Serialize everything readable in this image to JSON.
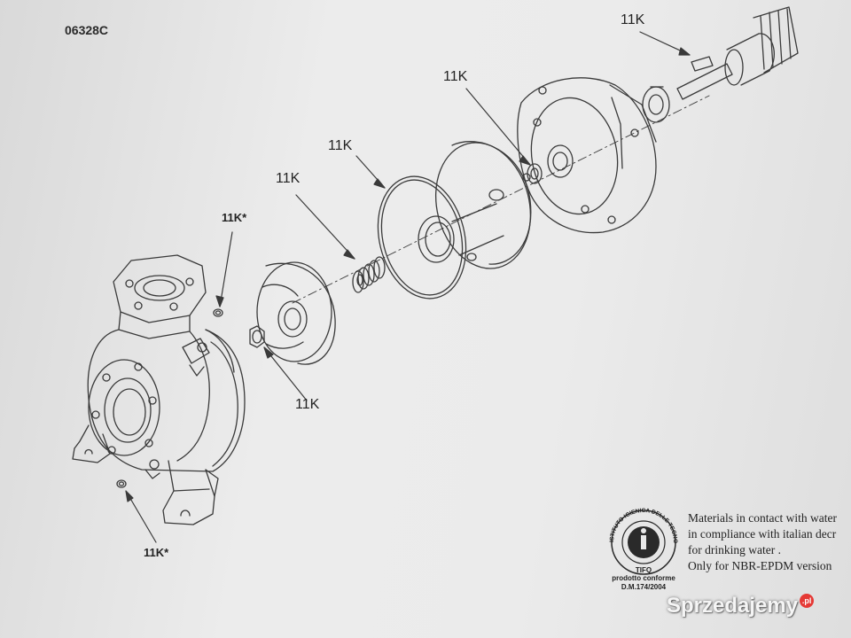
{
  "document": {
    "code": "06328C"
  },
  "callouts": [
    {
      "id": "shaft",
      "label": "11K"
    },
    {
      "id": "mech-seal-seat",
      "label": "11K"
    },
    {
      "id": "o-ring",
      "label": "11K"
    },
    {
      "id": "mech-seal",
      "label": "11K"
    },
    {
      "id": "plug-top",
      "label": "11K*"
    },
    {
      "id": "impeller-nut",
      "label": "11K"
    },
    {
      "id": "plug-bottom",
      "label": "11K*"
    }
  ],
  "materials_note": {
    "lines": [
      "Materials in contact with water",
      "in compliance with italian decr",
      "for drinking water .",
      "Only for NBR-EPDM  version"
    ]
  },
  "certification_seal": {
    "ring_text": "ISTITUTO IGIENICA DELLE TECNOLOGIE ALIMENTARI",
    "name": "TIFQ",
    "caption_line1": "prodotto conforme",
    "caption_line2": "D.M.174/2004"
  },
  "watermark": {
    "text": "Sprzedajemy",
    "tld": ".pl"
  },
  "colors": {
    "line": "#3a3a3a",
    "paper": "#e8e8e8",
    "watermark_badge": "#e53935"
  }
}
